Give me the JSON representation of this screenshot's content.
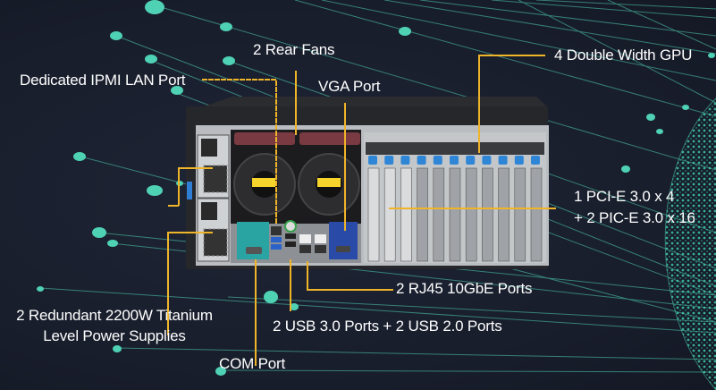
{
  "title": "Server rear panel features",
  "accent_colors": {
    "callout_line": "#f0b429",
    "dots": "#4fd1b4",
    "background": "#1a2030",
    "text": "#ffffff"
  },
  "callouts": {
    "ipmi": "Dedicated IPMI LAN Port",
    "rear_fans": "2 Rear Fans",
    "vga": "VGA Port",
    "gpu": "4 Double Width GPU",
    "pcie_line1": "1 PCI-E 3.0 x 4",
    "pcie_line2": "+ 2 PIC-E 3.0 x 16",
    "rj45": "2 RJ45 10GbE Ports",
    "psu_line1": "2 Redundant 2200W Titanium",
    "psu_line2": "Level Power Supplies",
    "usb": "2 USB 3.0 Ports + 2 USB 2.0 Ports",
    "com": "COM Port"
  }
}
